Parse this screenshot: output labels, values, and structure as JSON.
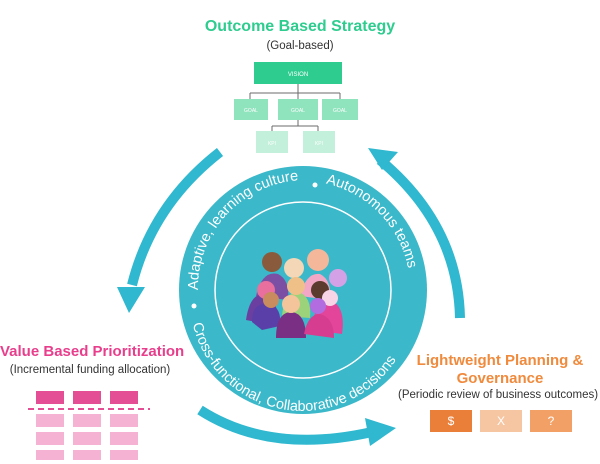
{
  "outcome": {
    "title": "Outcome Based Strategy",
    "subtitle": "(Goal-based)",
    "tree": {
      "root": "VISION",
      "goals": [
        "GOAL",
        "GOAL",
        "GOAL"
      ],
      "kpis": [
        "KPI",
        "KPI"
      ]
    },
    "color": "#2ecc8f"
  },
  "value": {
    "title": "Value Based Prioritization",
    "subtitle": "(Incremental funding allocation)",
    "color": "#e83e8c"
  },
  "planning": {
    "title_line1": "Lightweight Planning &",
    "title_line2": "Governance",
    "subtitle": "(Periodic review of business outcomes)",
    "boxes": [
      "$",
      "X",
      "?"
    ],
    "color": "#f08a3c"
  },
  "center": {
    "ring_top": "Adaptive, learning culture",
    "ring_right": "Autonomous teams",
    "ring_bottom": "Cross-functional, Collaborative decisions",
    "ring_color": "#3bb8c9",
    "icon": "people-group-icon"
  },
  "arrow_color": "#2fb8cf"
}
